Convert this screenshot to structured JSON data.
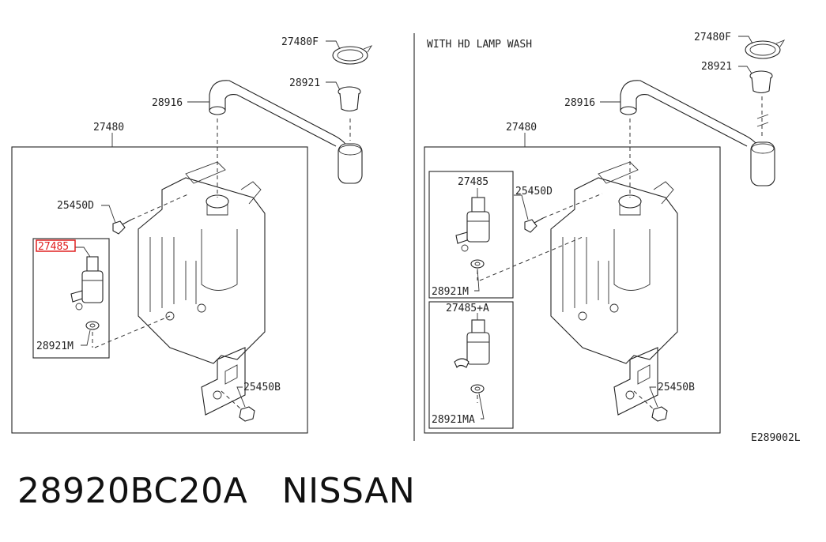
{
  "left_panel": {
    "labels": {
      "cap": "27480F",
      "seal_top": "28921",
      "hose": "28916",
      "tank": "27480",
      "bolt": "25450D",
      "pump": "27485",
      "pump_seal": "28921M",
      "bracket_nut": "25450B"
    },
    "highlighted_part": "27485",
    "highlight_color": "#e02020"
  },
  "right_panel": {
    "title": "WITH HD LAMP WASH",
    "labels": {
      "cap": "27480F",
      "seal_top": "28921",
      "hose": "28916",
      "tank": "27480",
      "bolt": "25450D",
      "pump": "27485",
      "pump_seal": "28921M",
      "pump2": "27485+A",
      "pump2_seal": "28921MA",
      "bracket_nut": "25450B"
    }
  },
  "diagram_code": "E289002L",
  "caption": {
    "part_number": "28920BC20A",
    "brand": "NISSAN"
  }
}
